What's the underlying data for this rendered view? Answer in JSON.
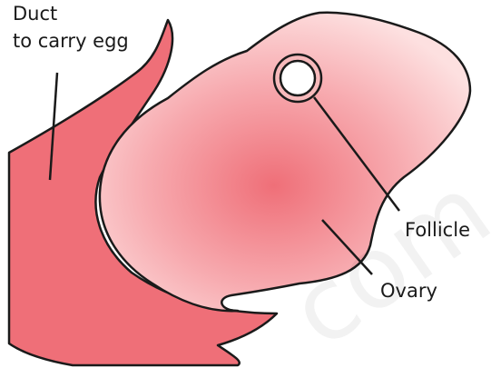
{
  "labels": {
    "duct_line1": "Duct",
    "duct_line2": "to carry egg",
    "follicle": "Follicle",
    "ovary": "Ovary"
  },
  "watermark": "com",
  "colors": {
    "duct_fill": "#ef6f78",
    "ovary_center": "#ef6f78",
    "ovary_edge": "#fcdede",
    "outline": "#1a1a1a",
    "follicle_fill": "#ffffff"
  }
}
